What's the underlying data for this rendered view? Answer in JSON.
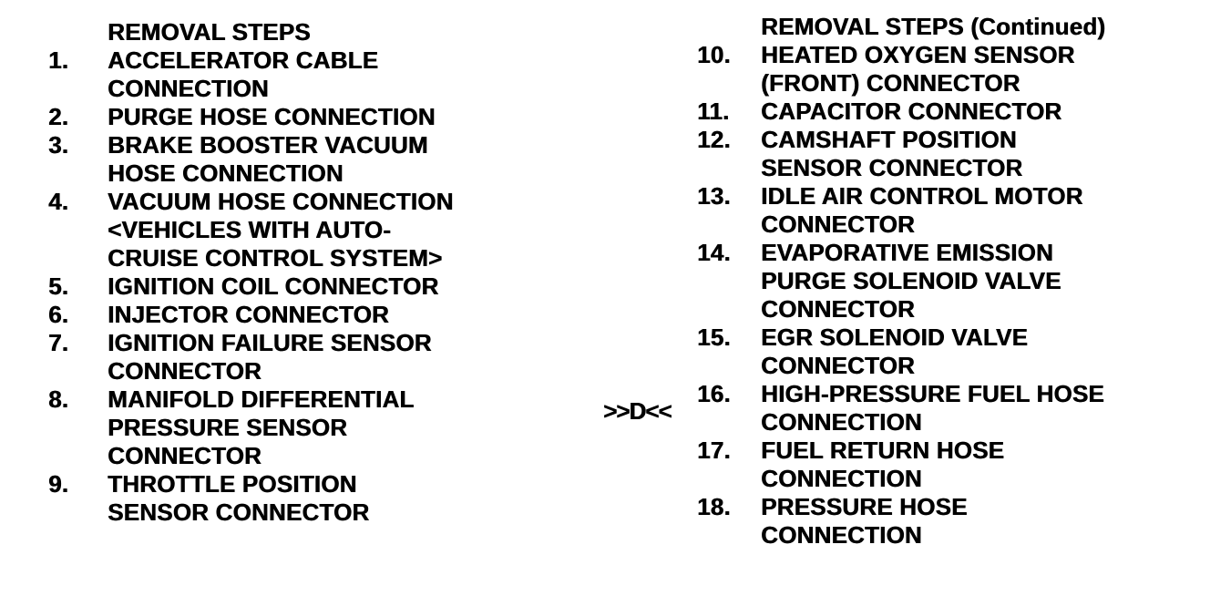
{
  "page": {
    "background_color": "#ffffff",
    "text_color": "#000000"
  },
  "marker": {
    "label": ">>D<<"
  },
  "left_column": {
    "title": "REMOVAL STEPS",
    "steps": [
      {
        "num": "1.",
        "text": "ACCELERATOR CABLE\nCONNECTION"
      },
      {
        "num": "2.",
        "text": "PURGE HOSE CONNECTION"
      },
      {
        "num": "3.",
        "text": "BRAKE BOOSTER VACUUM\nHOSE CONNECTION"
      },
      {
        "num": "4.",
        "text": "VACUUM HOSE CONNECTION\n<VEHICLES WITH AUTO-\nCRUISE CONTROL SYSTEM>"
      },
      {
        "num": "5.",
        "text": "IGNITION COIL CONNECTOR"
      },
      {
        "num": "6.",
        "text": "INJECTOR CONNECTOR"
      },
      {
        "num": "7.",
        "text": "IGNITION FAILURE SENSOR\nCONNECTOR"
      },
      {
        "num": "8.",
        "text": "MANIFOLD DIFFERENTIAL\nPRESSURE SENSOR\nCONNECTOR"
      },
      {
        "num": "9.",
        "text": "THROTTLE POSITION\nSENSOR CONNECTOR"
      }
    ]
  },
  "right_column": {
    "title": "REMOVAL STEPS (Continued)",
    "steps": [
      {
        "num": "10.",
        "text": "HEATED OXYGEN SENSOR\n(FRONT) CONNECTOR"
      },
      {
        "num": "11.",
        "text": "CAPACITOR CONNECTOR"
      },
      {
        "num": "12.",
        "text": "CAMSHAFT POSITION\nSENSOR CONNECTOR"
      },
      {
        "num": "13.",
        "text": "IDLE AIR CONTROL MOTOR\nCONNECTOR"
      },
      {
        "num": "14.",
        "text": "EVAPORATIVE EMISSION\nPURGE SOLENOID VALVE\nCONNECTOR"
      },
      {
        "num": "15.",
        "text": "EGR SOLENOID VALVE\nCONNECTOR"
      },
      {
        "num": "16.",
        "text": "HIGH-PRESSURE FUEL HOSE\nCONNECTION"
      },
      {
        "num": "17.",
        "text": "FUEL RETURN HOSE\nCONNECTION"
      },
      {
        "num": "18.",
        "text": "PRESSURE HOSE\nCONNECTION"
      }
    ]
  }
}
